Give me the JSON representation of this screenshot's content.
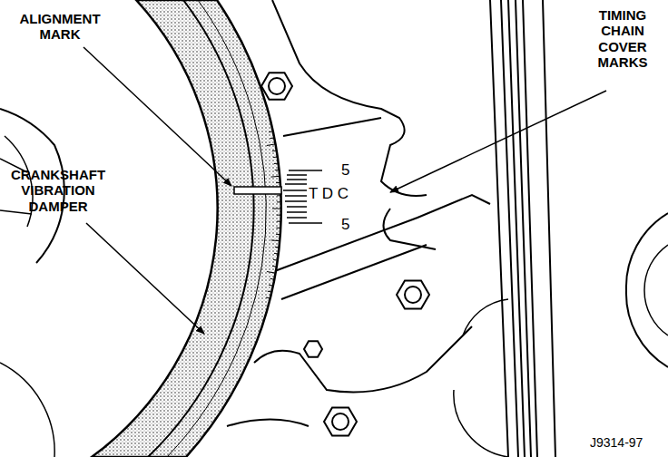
{
  "diagram": {
    "labels": [
      "ALIGNMENT MARK",
      "TIMING CHAIN COVER MARKS",
      "CRANKSHAFT VIBRATION DAMPER",
      "5",
      "T D C",
      "5",
      "J9314-97"
    ]
  }
}
